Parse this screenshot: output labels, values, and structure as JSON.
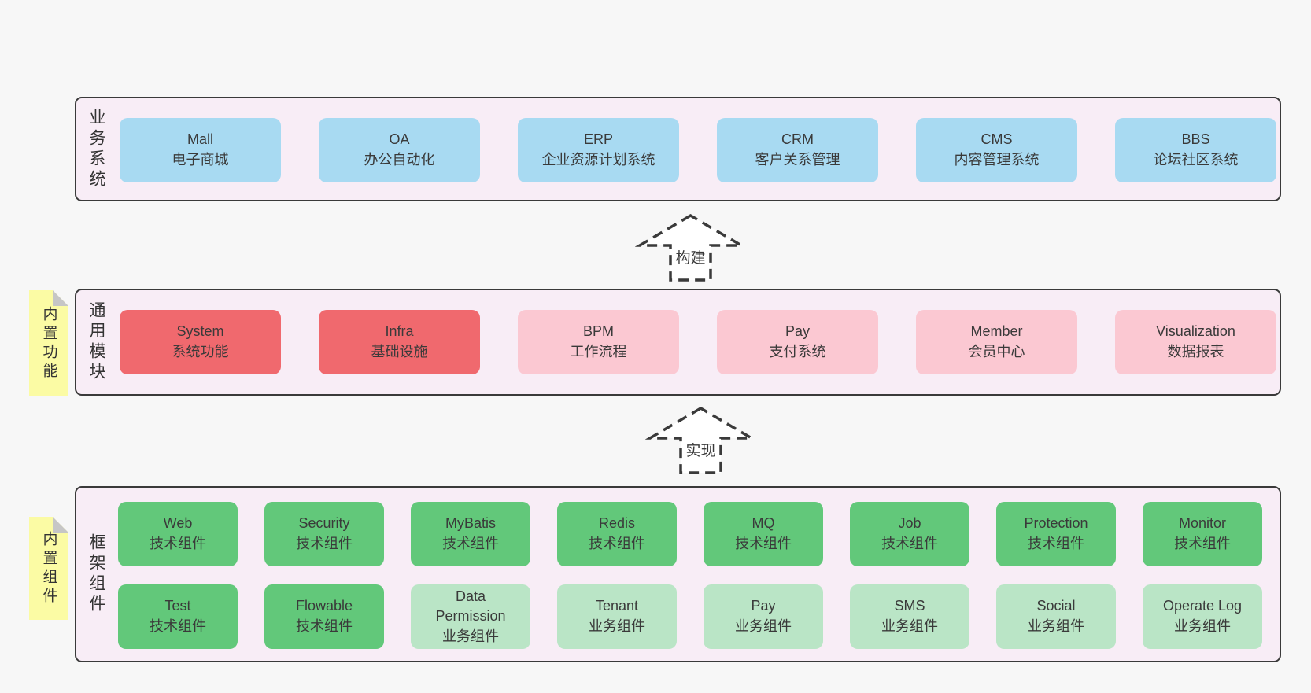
{
  "colors": {
    "page_bg": "#f7f7f7",
    "band_bg": "#f8edf6",
    "band_border": "#3a3a3a",
    "blue": "#a8daf2",
    "red": "#f0696e",
    "pink": "#fbc8d2",
    "green": "#62c87a",
    "light_green": "#bae5c6",
    "sticky_yellow": "#fbfba4",
    "fold_gray": "#c6c6c6",
    "text": "#3a3a3a"
  },
  "arrows": {
    "build_label": "构建",
    "implement_label": "实现"
  },
  "bands": {
    "business": {
      "label": "业务系统",
      "boxes": [
        {
          "title": "Mall",
          "subtitle": "电子商城"
        },
        {
          "title": "OA",
          "subtitle": "办公自动化"
        },
        {
          "title": "ERP",
          "subtitle": "企业资源计划系统"
        },
        {
          "title": "CRM",
          "subtitle": "客户关系管理"
        },
        {
          "title": "CMS",
          "subtitle": "内容管理系统"
        },
        {
          "title": "BBS",
          "subtitle": "论坛社区系统"
        }
      ]
    },
    "modules": {
      "label": "通用模块",
      "sticky_label": "内置功能",
      "boxes": [
        {
          "title": "System",
          "subtitle": "系统功能"
        },
        {
          "title": "Infra",
          "subtitle": "基础设施"
        },
        {
          "title": "BPM",
          "subtitle": "工作流程"
        },
        {
          "title": "Pay",
          "subtitle": "支付系统"
        },
        {
          "title": "Member",
          "subtitle": "会员中心"
        },
        {
          "title": "Visualization",
          "subtitle": "数据报表"
        }
      ]
    },
    "components": {
      "label": "框架组件",
      "sticky_label": "内置组件",
      "row1": [
        {
          "title": "Web",
          "subtitle": "技术组件"
        },
        {
          "title": "Security",
          "subtitle": "技术组件"
        },
        {
          "title": "MyBatis",
          "subtitle": "技术组件"
        },
        {
          "title": "Redis",
          "subtitle": "技术组件"
        },
        {
          "title": "MQ",
          "subtitle": "技术组件"
        },
        {
          "title": "Job",
          "subtitle": "技术组件"
        },
        {
          "title": "Protection",
          "subtitle": "技术组件"
        },
        {
          "title": "Monitor",
          "subtitle": "技术组件"
        }
      ],
      "row2": [
        {
          "title": "Test",
          "subtitle": "技术组件"
        },
        {
          "title": "Flowable",
          "subtitle": "技术组件"
        },
        {
          "title": "Data Permission",
          "subtitle": "业务组件"
        },
        {
          "title": "Tenant",
          "subtitle": "业务组件"
        },
        {
          "title": "Pay",
          "subtitle": "业务组件"
        },
        {
          "title": "SMS",
          "subtitle": "业务组件"
        },
        {
          "title": "Social",
          "subtitle": "业务组件"
        },
        {
          "title": "Operate Log",
          "subtitle": "业务组件"
        }
      ]
    }
  }
}
